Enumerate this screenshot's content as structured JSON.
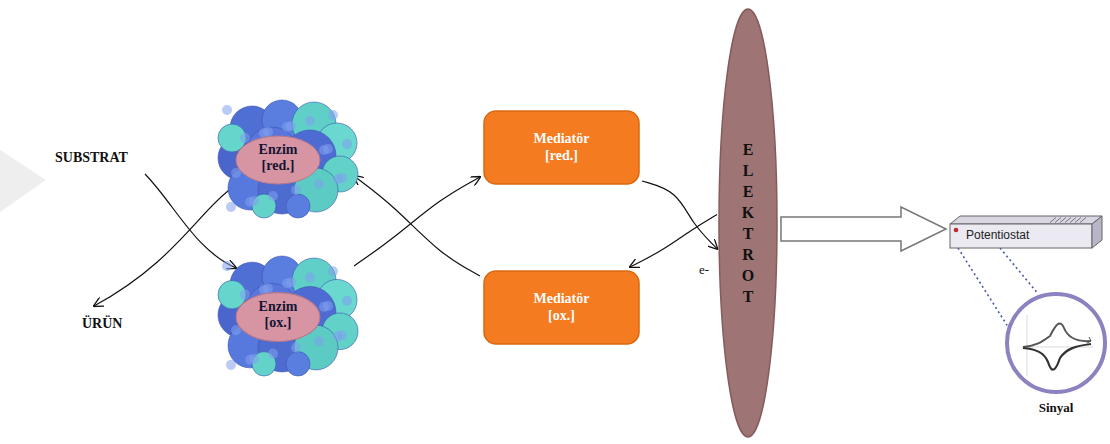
{
  "diagram": {
    "nodes": [
      {
        "text": [
          "Enzim [red.]"
        ]
      },
      {
        "text": [
          "Enzim [ox.]"
        ]
      },
      {
        "text": [
          "Mediatör [red.]"
        ]
      },
      {
        "text": [
          "Mediatör [ox.]"
        ]
      },
      {
        "text": [
          "ELEKTROT"
        ]
      },
      {
        "text": [
          "Potentiostat"
        ]
      },
      {
        "text": [
          "Sinyal"
        ]
      }
    ],
    "edges": [
      {
        "from": 1,
        "to": 2,
        "arrow": "to"
      },
      {
        "from": 3,
        "to": 0,
        "arrow": "to"
      },
      {
        "from": 2,
        "to": 4,
        "arrow": "to"
      },
      {
        "from": 4,
        "to": 3,
        "arrow": "to"
      },
      {
        "from": 4,
        "to": 5,
        "arrow": "to"
      },
      {
        "from": 5,
        "to": 6,
        "arrow": "none"
      }
    ],
    "labels": [
      "SUBSTRAT",
      "ÜRÜN",
      "e-"
    ]
  }
}
